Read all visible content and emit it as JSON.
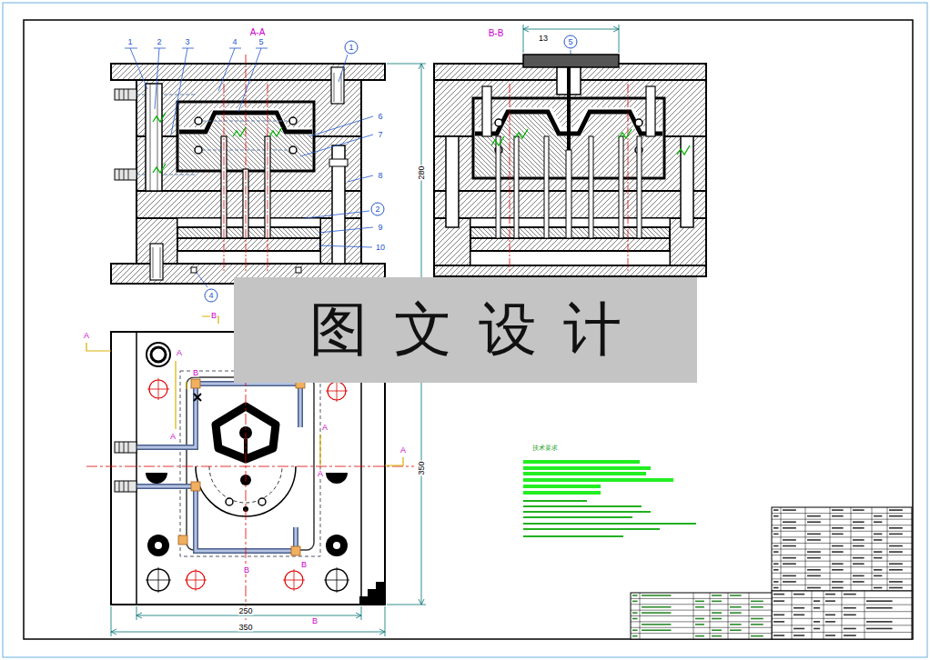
{
  "diagram": {
    "nodes": [
      {
        "text": [
          "1"
        ]
      },
      {
        "text": [
          "5"
        ]
      },
      {
        "text": [
          "2"
        ]
      },
      {
        "text": [
          "4"
        ]
      },
      {
        "text": [
          "图文设计"
        ]
      }
    ],
    "labels": [
      "A-A",
      "B-B",
      "1",
      "2",
      "3",
      "4",
      "5",
      "6",
      "7",
      "8",
      "9",
      "10",
      "13",
      "A",
      "B",
      "A",
      "B",
      "A",
      "A",
      "A",
      "A",
      "B",
      "B",
      "B",
      "280",
      "350",
      "250",
      "350",
      "技术要求"
    ]
  }
}
